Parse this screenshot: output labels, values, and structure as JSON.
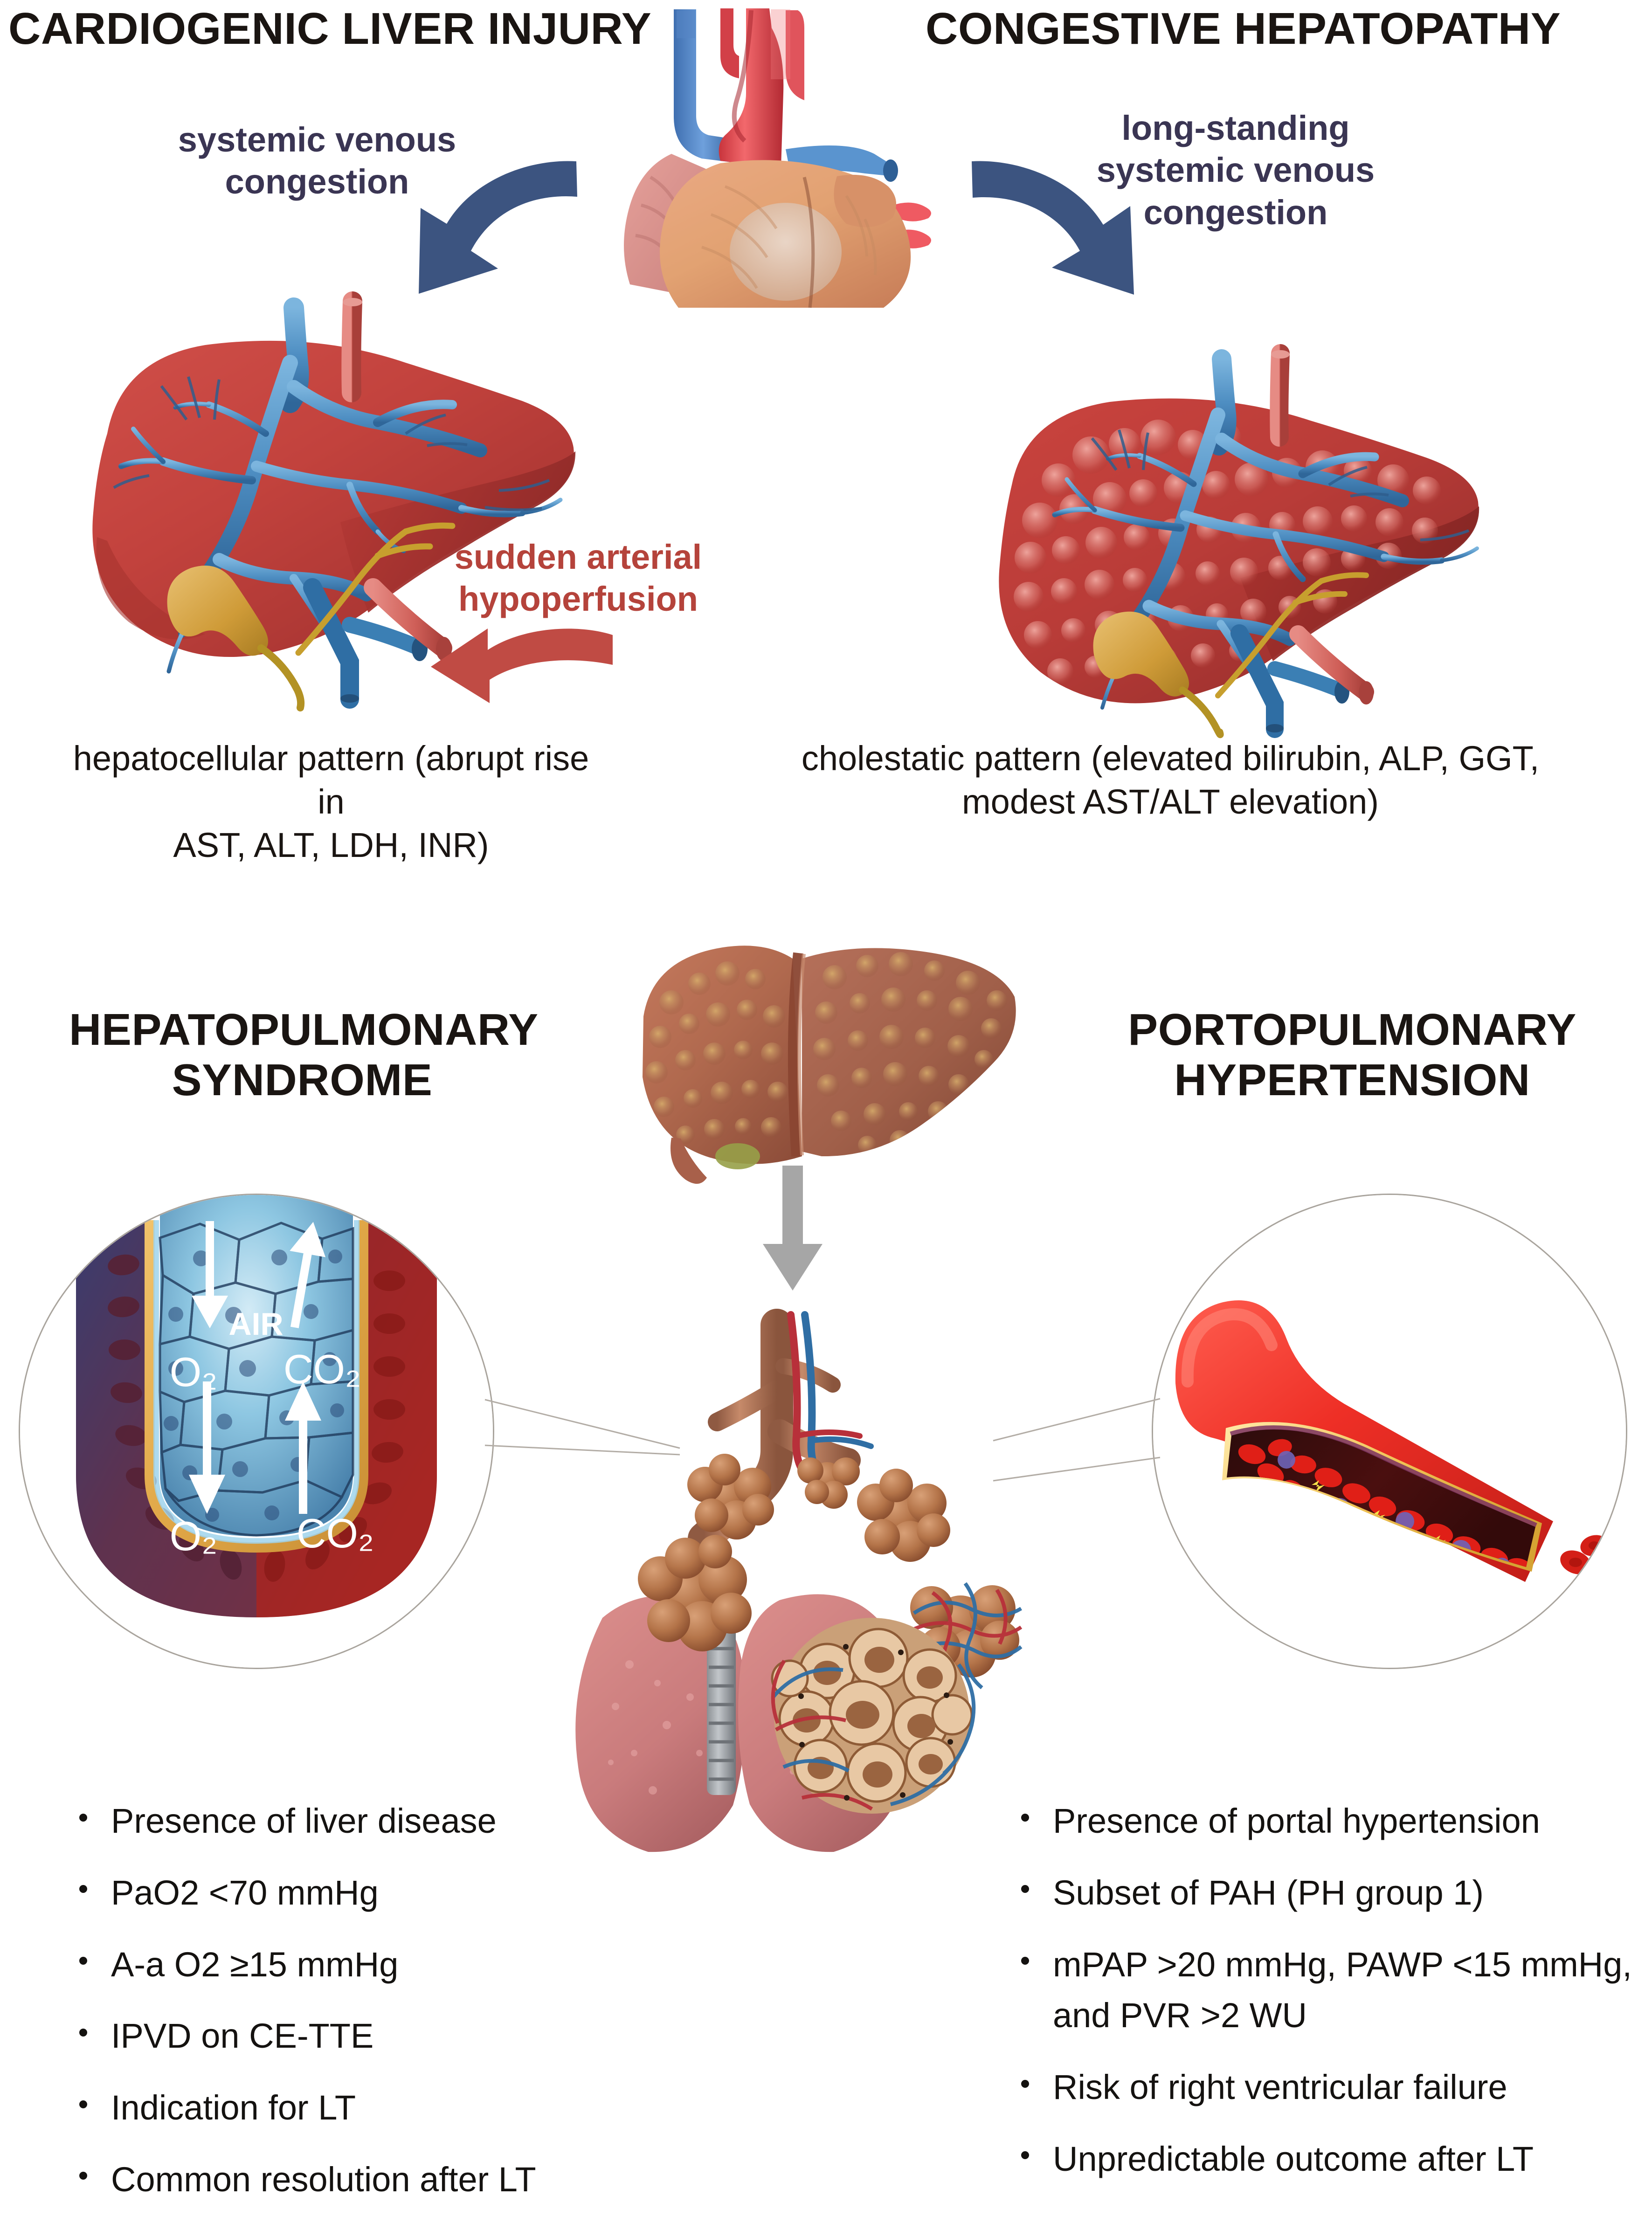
{
  "figure": {
    "top_left_section": {
      "title": "CARDIOGENIC LIVER INJURY",
      "arrow_label_blue": "systemic venous\ncongestion",
      "arrow_label_blue_lines": [
        "systemic venous",
        "congestion"
      ],
      "arrow_label_red_lines": [
        "sudden arterial",
        "hypoperfusion"
      ],
      "caption_lines": [
        "hepatocellular pattern (abrupt rise in",
        "AST, ALT, LDH, INR)"
      ]
    },
    "top_right_section": {
      "title": "CONGESTIVE HEPATOPATHY",
      "arrow_label_blue_lines": [
        "long-standing",
        "systemic venous",
        "congestion"
      ],
      "caption_lines": [
        "cholestatic pattern (elevated bilirubin, ALP, GGT,",
        "modest AST/ALT elevation)"
      ]
    },
    "bottom_left_section": {
      "title_lines": [
        "HEPATOPULMONARY",
        "SYNDROME"
      ],
      "bullets": [
        "Presence of liver disease",
        "PaO2 <70 mmHg",
        "A-a O2 ≥15 mmHg",
        "IPVD on CE-TTE",
        "Indication for LT",
        "Common resolution after LT"
      ]
    },
    "bottom_right_section": {
      "title_lines": [
        "PORTOPULMONARY",
        "HYPERTENSION"
      ],
      "bullets": [
        "Presence of portal hypertension",
        "Subset of PAH (PH group 1)",
        "mPAP >20 mmHg, PAWP <15 mmHg,",
        "and PVR >2 WU",
        "Risk of right ventricular failure",
        "Unpredictable outcome after LT"
      ],
      "bullet_continuation_index": 3
    },
    "alveolus_inset_labels": {
      "air": "AIR",
      "o2_alveolar": "O₂",
      "co2_alveolar": "CO₂",
      "o2_blood": "O₂",
      "co2_blood": "CO₂"
    },
    "icons": {
      "heart": "heart-illustration",
      "liver_normal": "liver-illustration",
      "liver_congested": "congested-liver-illustration",
      "liver_cirrhotic": "cirrhotic-liver-illustration",
      "lungs": "lungs-illustration",
      "alveoli": "alveoli-cluster-illustration",
      "alveolus_gas_exchange": "alveolus-gas-exchange-illustration",
      "blood_vessel": "blood-vessel-cross-section-illustration",
      "arrow_blue_left": "curved-blue-arrow-down-left",
      "arrow_blue_right": "curved-blue-arrow-down-right",
      "arrow_red": "curved-red-arrow-left",
      "arrow_gray": "straight-gray-arrow-down"
    },
    "colors": {
      "blue_arrow": "#3c5480",
      "blue_text": "#3a3553",
      "red_arrow": "#c04b44",
      "red_text": "#b5433b",
      "gray_arrow": "#a6a6a6",
      "liver_red": "#c0403c",
      "liver_red_dark": "#9e2f2c",
      "vessel_blue": "#4f8fc0",
      "vessel_blue_dark": "#3a6ea0",
      "gallbladder": "#d5a447",
      "bile_duct": "#b39224",
      "cirrhotic_liver": "#b0664e",
      "lung_pink": "#cf7f80",
      "alveoli_brown": "#a9673f",
      "text_black": "#1a1512",
      "inset_border": "#a9a49d",
      "blood_red": "#e8332a",
      "rbc_dark": "#4a1010"
    }
  }
}
